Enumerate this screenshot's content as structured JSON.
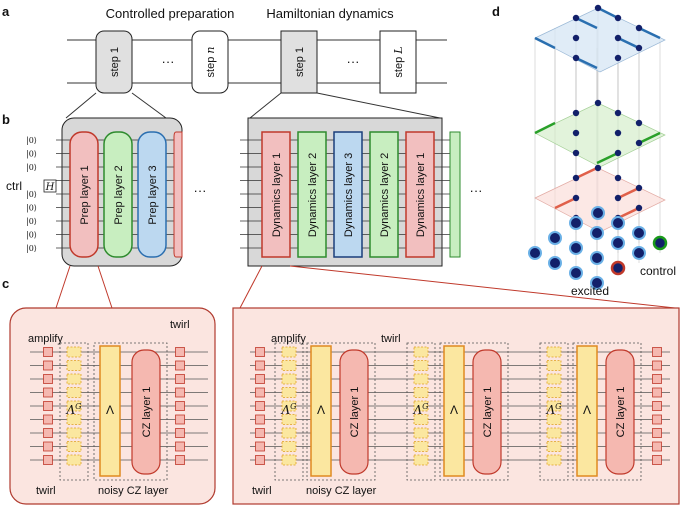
{
  "panels": {
    "a": "a",
    "b": "b",
    "c": "c",
    "d": "d"
  },
  "panel_a": {
    "title_left": "Controlled preparation",
    "title_right": "Hamiltonian dynamics",
    "steps": [
      {
        "label": "step 1",
        "shaded": true
      },
      {
        "label": "step n",
        "shaded": false
      },
      {
        "label": "step 1",
        "shaded": true
      },
      {
        "label": "step L",
        "shaded": false
      }
    ],
    "ellipsis": "···"
  },
  "panel_b": {
    "ket": "|0⟩",
    "ctrl_label": "ctrl",
    "hadamard": "H",
    "prep_layers": [
      {
        "label": "Prep layer 1",
        "color": "#f2bfbf",
        "border": "#c0392b"
      },
      {
        "label": "Prep layer 2",
        "color": "#c8eec0",
        "border": "#2e8b2e"
      },
      {
        "label": "Prep layer 3",
        "color": "#bcd8f0",
        "border": "#2b6fb0"
      }
    ],
    "dyn_layers": [
      {
        "label": "Dynamics layer 1",
        "color": "#f2bfbf",
        "border": "#c0392b"
      },
      {
        "label": "Dynamics layer 2",
        "color": "#c8eec0",
        "border": "#2e8b2e"
      },
      {
        "label": "Dynamics layer 3",
        "color": "#bcd8f0",
        "border": "#1a3e7a"
      },
      {
        "label": "Dynamics layer 2",
        "color": "#c8eec0",
        "border": "#2e8b2e"
      },
      {
        "label": "Dynamics layer 1",
        "color": "#f2bfbf",
        "border": "#c0392b"
      }
    ],
    "ellipsis": "···"
  },
  "panel_c": {
    "amplify": "amplify",
    "twirl": "twirl",
    "noisy_cz": "noisy CZ layer",
    "lambda_g": "Λ",
    "lambda_g_sup": "G",
    "lambda": "Λ",
    "cz_layer": "CZ layer 1"
  },
  "panel_d": {
    "control": "control",
    "excited": "excited",
    "control_color": "#1a9a1a",
    "excited_color": "#c0392b"
  }
}
